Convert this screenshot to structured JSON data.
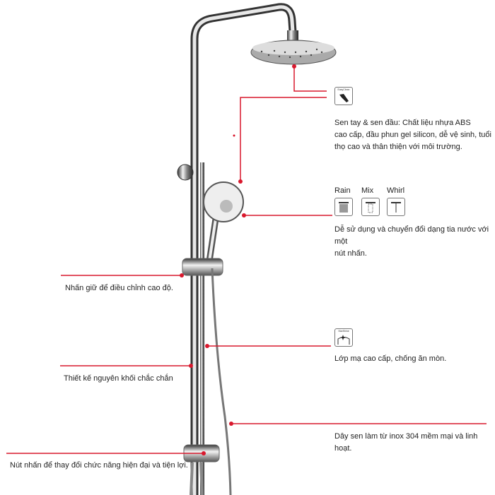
{
  "callouts": {
    "easyclean_badge": "EasyClean",
    "head_material": [
      "Sen tay & sen đầu: Chất liệu nhựa ABS",
      "cao cấp, đầu phun gel silicon, dễ vệ sinh, tuổi",
      "thọ cao và thân thiện với môi trường."
    ],
    "modes": [
      {
        "label": "Rain"
      },
      {
        "label": "Mix"
      },
      {
        "label": "Whirl"
      }
    ],
    "modes_text": [
      "Dễ sử dụng và chuyển đổi dạng tia nước với một",
      "nút nhấn."
    ],
    "height_adjust": "Nhấn giữ để điều chỉnh cao độ.",
    "solid_design": "Thiết kế nguyên khối chắc chắn",
    "switch_button": "Nút nhấn để thay đổi chức năng hiện đại và tiện lợi.",
    "starshine_badge": "StarShine",
    "plating": "Lớp mạ cao cấp, chống ăn mòn.",
    "hose": "Dây sen làm từ inox 304 mềm mại và linh hoạt."
  },
  "colors": {
    "accent": "#d9182d",
    "chrome": "#9a9a9a"
  }
}
